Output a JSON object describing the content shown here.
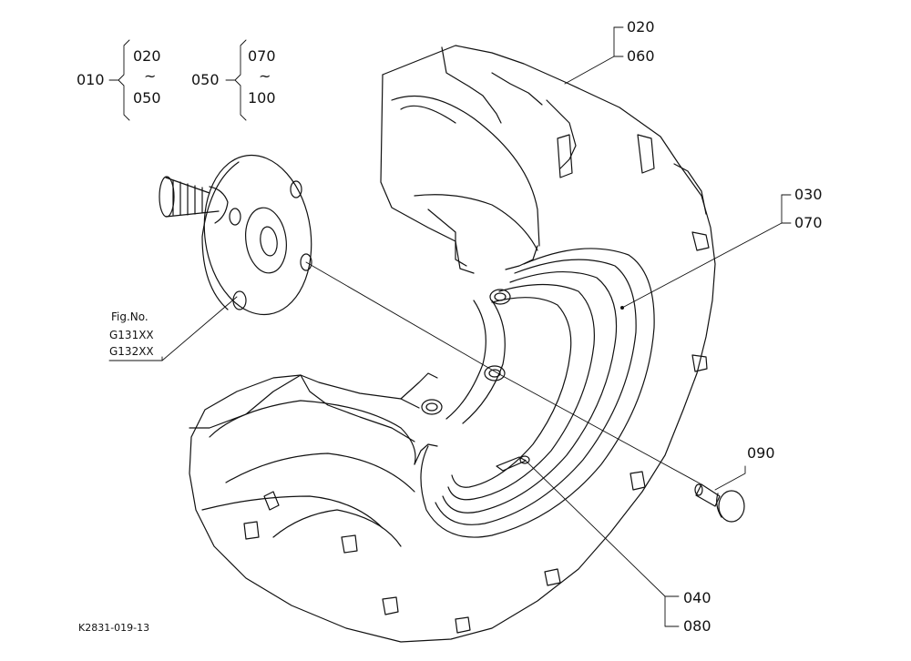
{
  "drawing_code": "K2831-019-13",
  "fig_ref": {
    "label": "Fig.No.",
    "figs": [
      "G131XX",
      "G132XX"
    ]
  },
  "groups": [
    {
      "key": "010",
      "range_start": "020",
      "tilde": "~",
      "range_end": "050"
    },
    {
      "key": "050",
      "range_start": "070",
      "tilde": "~",
      "range_end": "100"
    }
  ],
  "callouts": [
    {
      "parts": [
        "020",
        "060"
      ]
    },
    {
      "parts": [
        "030",
        "070"
      ]
    },
    {
      "parts": [
        "090"
      ]
    },
    {
      "parts": [
        "040",
        "080"
      ]
    }
  ]
}
